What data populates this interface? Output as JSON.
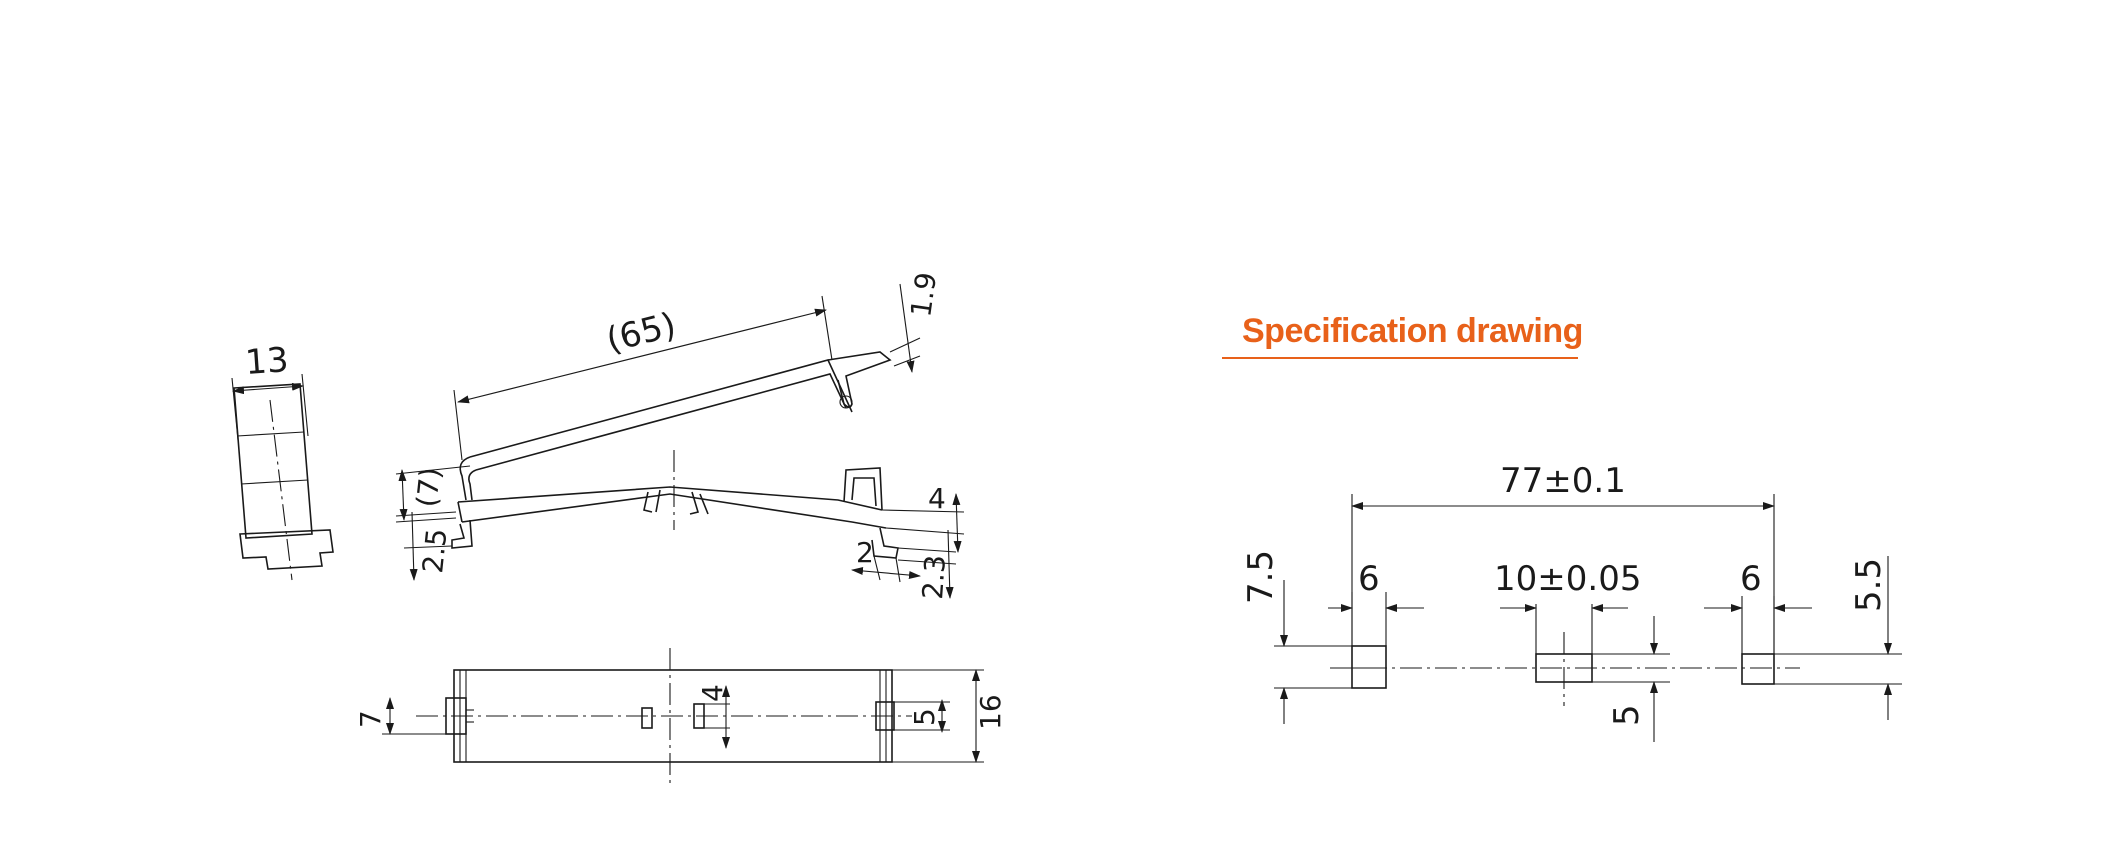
{
  "spec_section": {
    "title": "Specification drawing",
    "accent_color": "#e8611a"
  },
  "product_views": {
    "end_view": {
      "width_label": "13"
    },
    "side_view": {
      "length_label": "(65)",
      "tab_thickness_label": "1.9",
      "height_label": "(7)",
      "foot_height_label": "2.5",
      "right_height_label": "4",
      "hook_width_label": "2",
      "hook_height_label": "2.3"
    },
    "top_view": {
      "left_offset_label": "7",
      "slot_label": "4",
      "right_tab_label": "5",
      "width_label": "16"
    }
  },
  "spec_drawing": {
    "pitch_label": "77±0.1",
    "left_pad_width_label": "6",
    "center_pad_width_label": "10±0.05",
    "right_pad_width_label": "6",
    "left_height_label": "7.5",
    "right_height_label": "5.5",
    "center_height_label": "5"
  }
}
